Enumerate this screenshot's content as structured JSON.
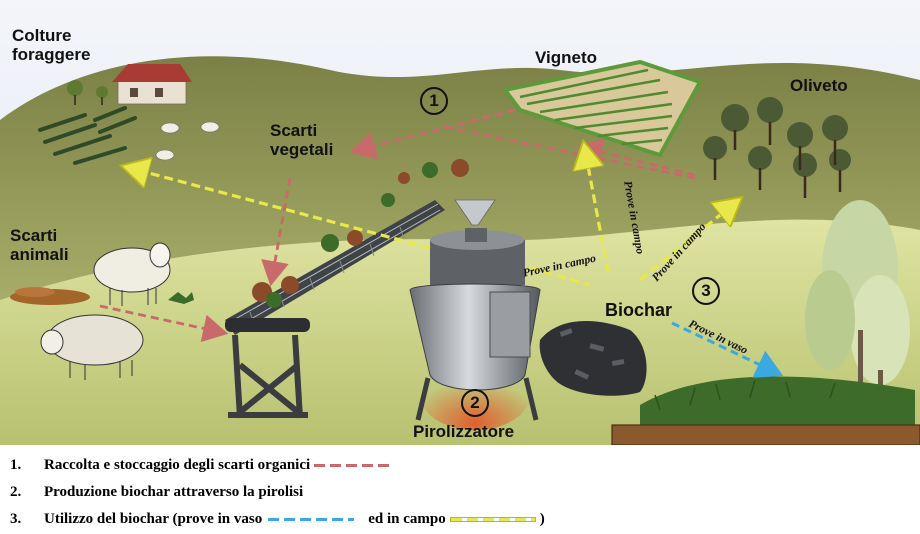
{
  "labels": {
    "colture": "Colture foraggere",
    "vigneto": "Vigneto",
    "oliveto": "Oliveto",
    "scarti_vegetali": "Scarti vegetali",
    "scarti_animali": "Scarti animali",
    "biochar": "Biochar",
    "pirolizzatore": "Pirolizzatore"
  },
  "steps": [
    "1",
    "2",
    "3"
  ],
  "arrow_tags": {
    "prove_campo_left": "Prove in campo",
    "prove_campo_vertical": "Prove in campo",
    "prove_campo_right": "Prove in campo",
    "prove_vaso": "Prove in vaso"
  },
  "legend": [
    {
      "num": "1.",
      "text": "Raccolta e stoccaggio degli scarti organici",
      "suffix": ""
    },
    {
      "num": "2.",
      "text": "Produzione biochar attraverso la pirolisi",
      "suffix": ""
    },
    {
      "num": "3.",
      "text": "Utilizzo del biochar (prove in vaso",
      "middle": "ed in campo",
      "suffix": ")"
    }
  ],
  "colors": {
    "sky": "#e9eef6",
    "hill_back": "#8a8f55",
    "meadow": "#c9d28a",
    "arrow_red": "#c96a6a",
    "arrow_yellow": "#e8e84a",
    "arrow_blue": "#3aa9e0"
  }
}
